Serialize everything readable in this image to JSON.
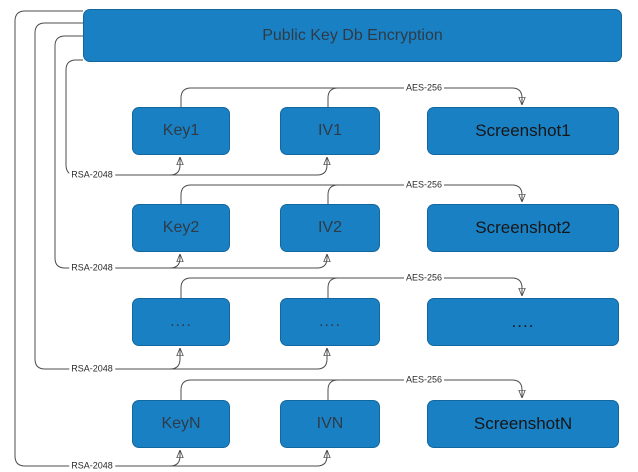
{
  "colors": {
    "canvas_bg": "#ffffff",
    "node_fill": "#1a80c4",
    "node_text": "#2e3b46",
    "screenshot_text": "#161616",
    "line": "#4d4d4d",
    "edge_label_text": "#2b2b2b"
  },
  "diagram": {
    "title": "Public Key Db Encryption",
    "rows": [
      {
        "key": "Key1",
        "iv": "IV1",
        "screenshot": "Screenshot1",
        "aes_label": "AES-256",
        "rsa_label": "RSA-2048"
      },
      {
        "key": "Key2",
        "iv": "IV2",
        "screenshot": "Screenshot2",
        "aes_label": "AES-256",
        "rsa_label": "RSA-2048"
      },
      {
        "key": "....",
        "iv": "....",
        "screenshot": "....",
        "aes_label": "AES-256",
        "rsa_label": "RSA-2048"
      },
      {
        "key": "KeyN",
        "iv": "IVN",
        "screenshot": "ScreenshotN",
        "aes_label": "AES-256",
        "rsa_label": "RSA-2048"
      }
    ]
  }
}
